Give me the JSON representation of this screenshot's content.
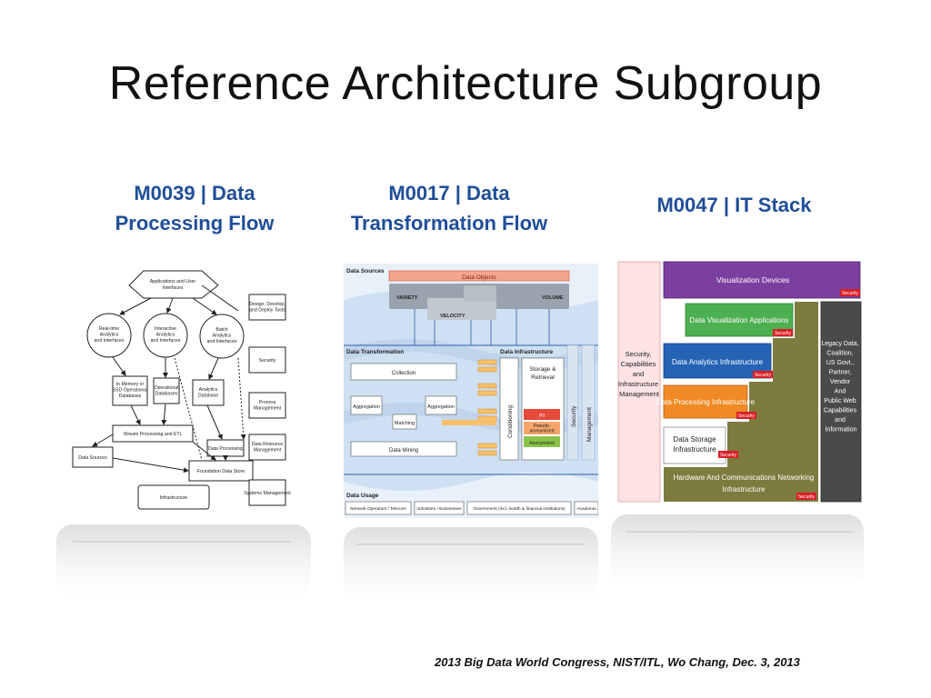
{
  "slide": {
    "title": "Reference Architecture Subgroup",
    "footer": "2013 Big Data World Congress, NIST/ITL, Wo Chang, Dec. 3, 2013"
  },
  "columns": [
    {
      "heading_line1": "M0039 | Data",
      "heading_line2": "Processing Flow"
    },
    {
      "heading_line1": "M0017 | Data",
      "heading_line2": "Transformation Flow"
    },
    {
      "heading_line1": "M0047 | IT Stack"
    }
  ],
  "flow_diagram": {
    "top": [
      "Applications and User",
      "Interfaces"
    ],
    "realtime": [
      "Real-time",
      "Analytics",
      "and Interfaces"
    ],
    "interactive": [
      "Interactive",
      "Analytics",
      "and Interfaces"
    ],
    "batch": [
      "Batch",
      "Analytics",
      "and Interfaces"
    ],
    "inmemory": [
      "In Memory or",
      "SSD Operational",
      "Databases"
    ],
    "operational": [
      "Operational",
      "Databases"
    ],
    "analyticsdb": [
      "Analytics",
      "Database"
    ],
    "stream": "Stream Processing and ETL",
    "datasources": "Data Sources",
    "dataprocessing": "Data Processing",
    "foundation": "Foundation Data Store",
    "infrastructure": "Infrastructure",
    "design": [
      "Design, Develop,",
      "and Deploy Tools"
    ],
    "security": "Security",
    "process": [
      "Process",
      "Management"
    ],
    "resource": [
      "Data Resource",
      "Management"
    ],
    "systems": "Systems Management"
  },
  "transform_diagram": {
    "data_sources": "Data Sources",
    "data_objects": "Data Objects",
    "variety": "VARIETY",
    "volume": "VOLUME",
    "velocity": "VELOCITY",
    "data_transformation": "Data Transformation",
    "data_infrastructure": "Data Infrastructure",
    "collection": "Collection",
    "aggregation": "Aggregation",
    "matching": "Matching",
    "data_mining": "Data Mining",
    "conditioning": "Conditioning",
    "storage_retrieval": [
      "Storage &",
      "Retrieval"
    ],
    "pii": "PII",
    "pseudo": [
      "Pseudo-",
      "anonymized"
    ],
    "anonymized": "Anonymized",
    "security": "Security",
    "management": "Management",
    "data_usage": "Data Usage",
    "usage_items": [
      "Network Operators / Telecom",
      "Industries / Businesses",
      "Government (incl. health & financial institutions)",
      "Academia"
    ]
  },
  "it_stack": {
    "left_bar": [
      "Security,",
      "Capabilities",
      "and",
      "Infrastructure",
      "Management"
    ],
    "right_bar": [
      "Legacy Data,",
      "Coalition,",
      "US Govt.,",
      "Partner,",
      "Vendor",
      "And",
      "Public Web",
      "Capabilities",
      "and",
      "Information"
    ],
    "visualization_devices": "Visualization Devices",
    "data_visualization": "Data Visualization Applications",
    "data_analytics": "Data Analytics Infrastructure",
    "data_processing": "Data Processing Infrastructure",
    "data_storage": [
      "Data Storage",
      "Infrastructure"
    ],
    "hardware": [
      "Hardware And Communications Networking",
      "Infrastructure"
    ],
    "security_tag": "Security",
    "colors": {
      "purple": "#7b3fa0",
      "green": "#4caf50",
      "blue": "#2563b5",
      "orange": "#f08a24",
      "olive": "#7d7b3e",
      "gray": "#4a4a4a",
      "left_bar": "#fde3e3",
      "security_red": "#d81f26"
    }
  }
}
